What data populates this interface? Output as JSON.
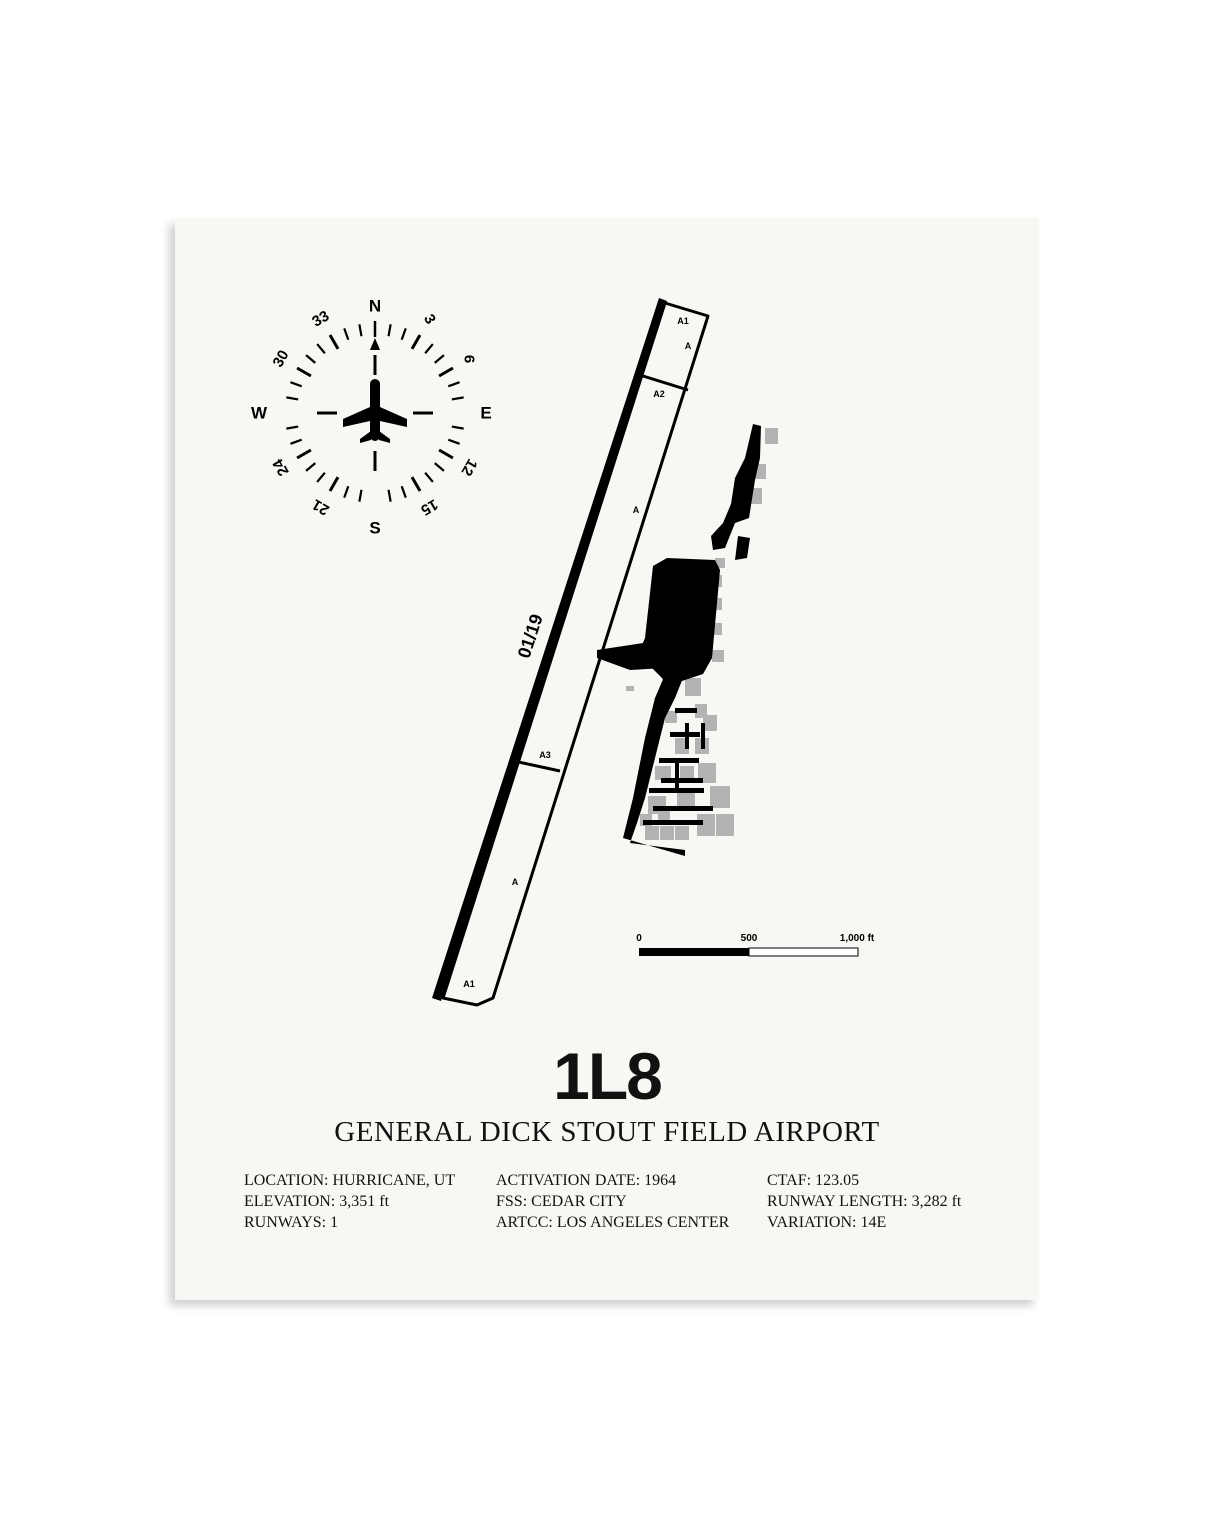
{
  "airport": {
    "code": "1L8",
    "name": "GENERAL DICK STOUT FIELD AIRPORT",
    "runway_label": "01/19"
  },
  "compass": {
    "cardinals": {
      "north": "N",
      "east": "E",
      "south": "S",
      "west": "W"
    },
    "headings": [
      "3",
      "6",
      "12",
      "15",
      "21",
      "24",
      "30",
      "33"
    ]
  },
  "taxiways": {
    "a1_top": "A1",
    "a2": "A2",
    "a3": "A3",
    "a1_bottom": "A1",
    "a": "A"
  },
  "scale_bar": {
    "label_0": "0",
    "label_500": "500",
    "label_1000": "1,000 ft"
  },
  "info": {
    "location": "LOCATION: HURRICANE, UT",
    "elevation": "ELEVATION: 3,351 ft",
    "runways": "RUNWAYS: 1",
    "activation_date": "ACTIVATION DATE: 1964",
    "fss": "FSS: CEDAR CITY",
    "artcc": "ARTCC: LOS ANGELES CENTER",
    "ctaf": "CTAF: 123.05",
    "runway_length": "RUNWAY LENGTH: 3,282 ft",
    "variation": "VARIATION: 14E"
  },
  "colors": {
    "paper": "#f9f7f4",
    "ink": "#000000",
    "building_gray": "#b3b3b3"
  }
}
